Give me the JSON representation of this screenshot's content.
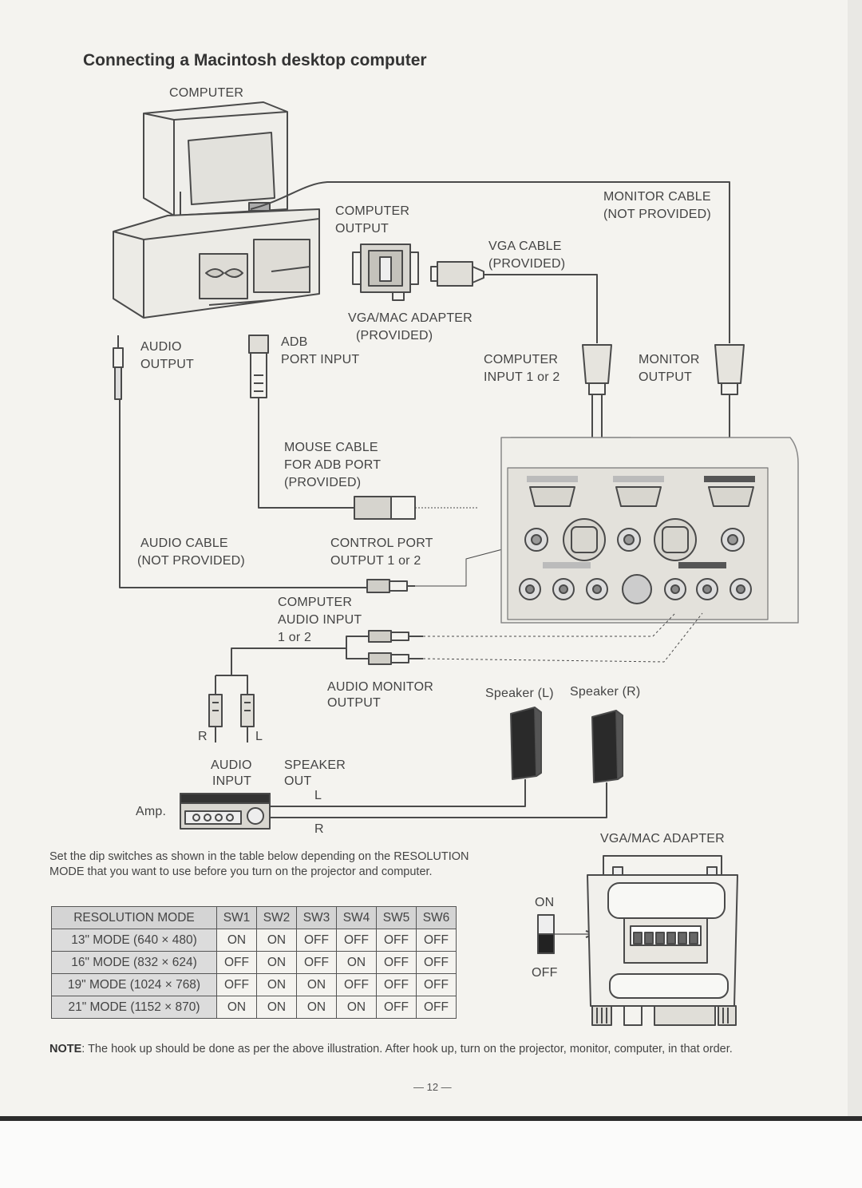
{
  "title": "Connecting a Macintosh desktop computer",
  "labels": {
    "computer": "COMPUTER",
    "computer_output_1": "COMPUTER",
    "computer_output_2": "OUTPUT",
    "monitor_cable_1": "MONITOR CABLE",
    "monitor_cable_2": "(NOT PROVIDED)",
    "vga_cable_1": "VGA CABLE",
    "vga_cable_2": "(PROVIDED)",
    "vgamac_adapter_1": "VGA/MAC ADAPTER",
    "vgamac_adapter_2": "(PROVIDED)",
    "audio_output_1": "AUDIO",
    "audio_output_2": "OUTPUT",
    "adb_port_1": "ADB",
    "adb_port_2": "PORT INPUT",
    "computer_input_1": "COMPUTER",
    "computer_input_2": "INPUT 1 or 2",
    "monitor_output_1": "MONITOR",
    "monitor_output_2": "OUTPUT",
    "mouse_cable_1": "MOUSE CABLE",
    "mouse_cable_2": "FOR ADB PORT",
    "mouse_cable_3": "(PROVIDED)",
    "audio_cable_1": "AUDIO CABLE",
    "audio_cable_2": "(NOT PROVIDED)",
    "control_port_1": "CONTROL PORT",
    "control_port_2": "OUTPUT 1 or 2",
    "computer_audio_in_1": "COMPUTER",
    "computer_audio_in_2": "AUDIO INPUT",
    "computer_audio_in_3": "1 or 2",
    "audio_monitor_out_1": "AUDIO MONITOR",
    "audio_monitor_out_2": "OUTPUT",
    "speaker_l": "Speaker (L)",
    "speaker_r": "Speaker (R)",
    "plug_r": "R",
    "plug_l": "L",
    "audio_input_1": "AUDIO",
    "audio_input_2": "INPUT",
    "speaker_out_1": "SPEAKER",
    "speaker_out_2": "OUT",
    "speaker_out_l": "L",
    "speaker_out_r": "R",
    "amp": "Amp.",
    "vgamac_adapter_caption": "VGA/MAC ADAPTER",
    "switch_on": "ON",
    "switch_off": "OFF"
  },
  "instruction": "Set the dip switches as shown in the table below depending on the RESOLUTION MODE that you want to use before you turn on the projector and computer.",
  "table": {
    "headers": [
      "RESOLUTION MODE",
      "SW1",
      "SW2",
      "SW3",
      "SW4",
      "SW5",
      "SW6"
    ],
    "rows": [
      [
        "13\" MODE (640 × 480)",
        "ON",
        "ON",
        "OFF",
        "OFF",
        "OFF",
        "OFF"
      ],
      [
        "16\" MODE (832 × 624)",
        "OFF",
        "ON",
        "OFF",
        "ON",
        "OFF",
        "OFF"
      ],
      [
        "19\" MODE (1024 × 768)",
        "OFF",
        "ON",
        "ON",
        "OFF",
        "OFF",
        "OFF"
      ],
      [
        "21\" MODE (1152 × 870)",
        "ON",
        "ON",
        "ON",
        "ON",
        "OFF",
        "OFF"
      ]
    ]
  },
  "note_label": "NOTE",
  "note_text": ": The hook up should be done as per the above illustration. After hook up, turn on the projector, monitor, computer, in that order.",
  "page_number": "— 12 —"
}
